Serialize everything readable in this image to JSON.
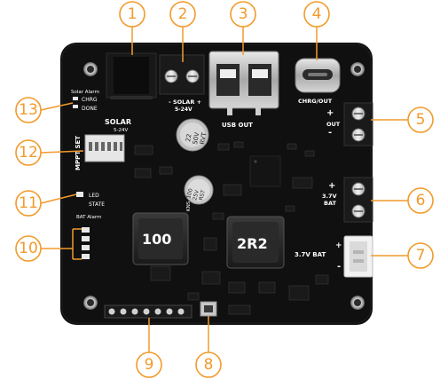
{
  "board": {
    "top_silk": {
      "solar_alarm": "Solar Alarm",
      "chrg": "CHRG",
      "done": "DONE",
      "solar_header": "SOLAR",
      "solar_volt": "5-24V",
      "mppt": "MPPT SET",
      "solar_in": "- SOLAR +",
      "solar_in_range": "5-24V",
      "usb_out": "USB OUT",
      "chrg_out": "CHRG/OUT",
      "out_plus": "+",
      "out": "OUT",
      "out_minus": "-",
      "bat_37v": "3.7V",
      "bat": "BAT",
      "bat_plus": "+",
      "bat_minus": "-",
      "bat_37v_bat": "3.7V BAT",
      "led": "LED",
      "state": "STATE",
      "bat_alarm": "BAT Alarm",
      "inductor_left": "100",
      "inductor_right": "2R2",
      "cap1_line1": "22",
      "cap1_line2": "50V",
      "cap1_line3": "RVT",
      "cap2_line1": "100",
      "cap2_line2": "25V",
      "cap2_line3": "RST",
      "cap2_line4": "KNS"
    }
  },
  "callouts": [
    {
      "id": "1",
      "label": "1"
    },
    {
      "id": "2",
      "label": "2"
    },
    {
      "id": "3",
      "label": "3"
    },
    {
      "id": "4",
      "label": "4"
    },
    {
      "id": "5",
      "label": "5"
    },
    {
      "id": "6",
      "label": "6"
    },
    {
      "id": "7",
      "label": "7"
    },
    {
      "id": "8",
      "label": "8"
    },
    {
      "id": "9",
      "label": "9"
    },
    {
      "id": "10",
      "label": "10"
    },
    {
      "id": "11",
      "label": "11"
    },
    {
      "id": "12",
      "label": "12"
    },
    {
      "id": "13",
      "label": "13"
    }
  ],
  "colors": {
    "pcb": "#101010",
    "callout": "#f29a2b",
    "silkscreen": "#ffffff",
    "metal": "#c8c8c8",
    "connector_white": "#f2f2f2"
  }
}
